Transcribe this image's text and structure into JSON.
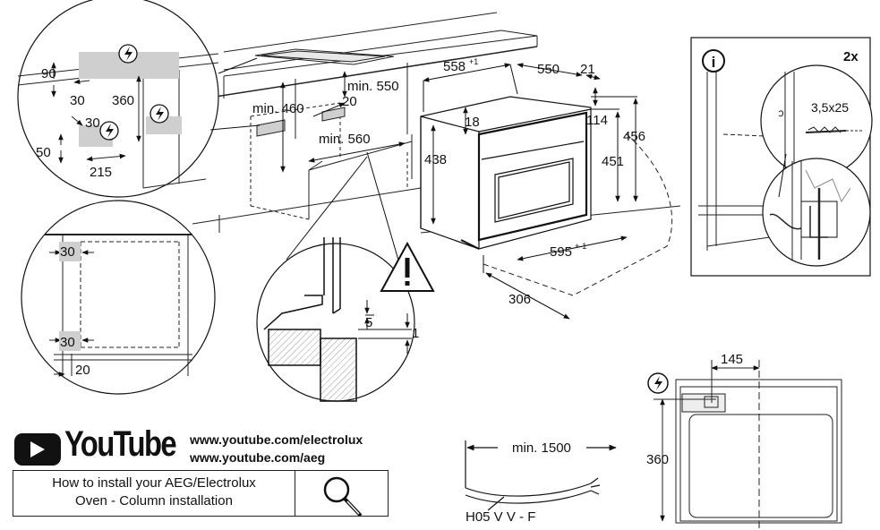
{
  "dimensions": {
    "d90": "90",
    "d30a": "30",
    "d360a": "360",
    "d30b": "30",
    "d50": "50",
    "d215": "215",
    "min460": "min. 460",
    "min550": "min. 550",
    "d20a": "20",
    "min560": "min. 560",
    "d558": "558",
    "d558_sup": "+1",
    "d550": "550",
    "d21": "21",
    "d18": "18",
    "d114": "114",
    "d456": "456",
    "d438": "438",
    "d451": "451",
    "d595": "595",
    "d595_sup": "+-1",
    "d306": "306",
    "d30c": "30",
    "d30d": "30",
    "d20b": "20",
    "d5": "5",
    "d1": "1",
    "min1500": "min. 1500",
    "cable": "H05 V V - F",
    "d145": "145",
    "d360b": "360"
  },
  "info_panel": {
    "qty": "2x",
    "screw": "3,5x25"
  },
  "youtube": {
    "brand": "YouTube",
    "url1": "www.youtube.com/electrolux",
    "url2": "www.youtube.com/aeg"
  },
  "guide": {
    "line1": "How to install your AEG/Electrolux",
    "line2": "Oven - Column installation"
  },
  "icons": [
    "electric-warning-icon",
    "warning-triangle-icon",
    "info-icon",
    "magnifier-icon",
    "youtube-play-icon"
  ]
}
